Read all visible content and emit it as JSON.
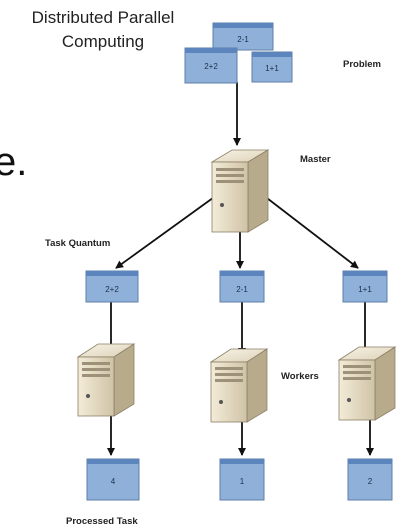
{
  "title": "Distributed Parallel Computing",
  "labels": {
    "problem": "Problem",
    "master": "Master",
    "task_quantum": "Task Quantum",
    "workers": "Workers",
    "processed_task": "Processed Task",
    "edge_fragment": "e."
  },
  "problem_cards": [
    "2-1",
    "2+2",
    "1+1"
  ],
  "task_cards": [
    "2+2",
    "2-1",
    "1+1"
  ],
  "result_cards": [
    "4",
    "1",
    "2"
  ],
  "colors": {
    "card_fill": "#8fb1d9",
    "card_header": "#5c85bd",
    "card_border": "#5e7fa8",
    "server_body": "#e6dcc4",
    "arrow": "#111111"
  }
}
